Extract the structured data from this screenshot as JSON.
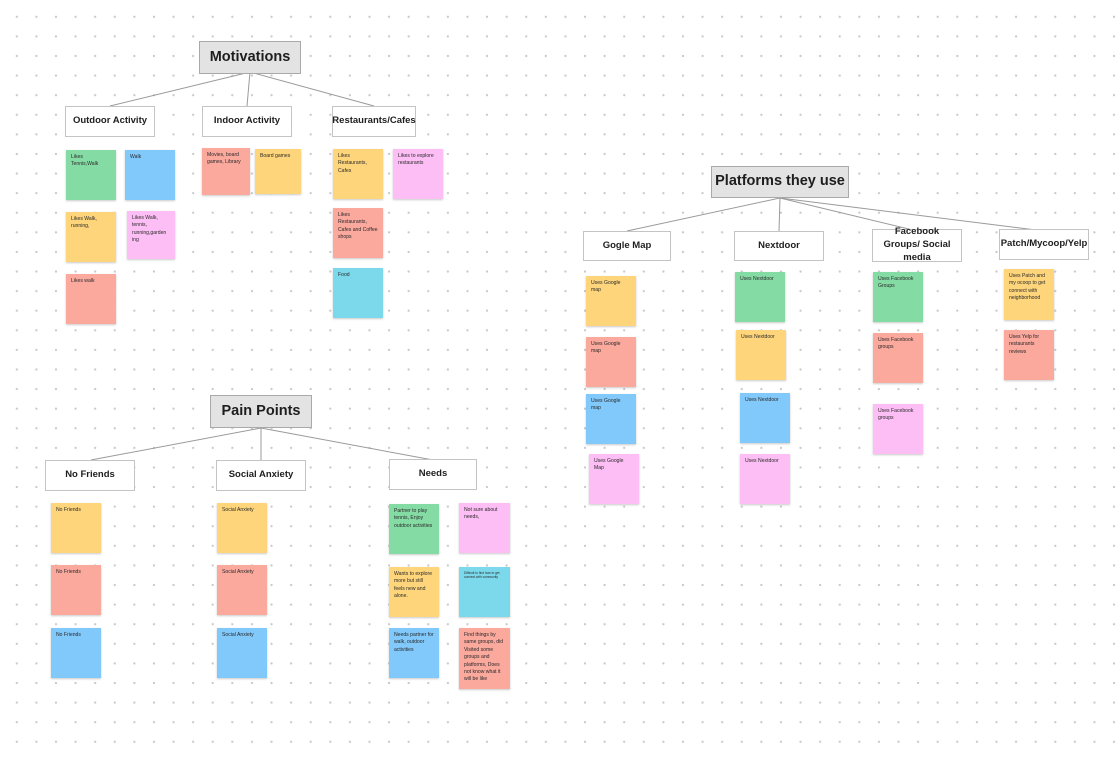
{
  "colors": {
    "green": "#85dba4",
    "blue": "#81c8fb",
    "yellow": "#fed57a",
    "pink": "#fdbdf5",
    "salmon": "#fba89d",
    "cyan": "#7cd9ec",
    "connector": "#9a9a9a"
  },
  "sections": {
    "motivations": {
      "title": "Motivations",
      "categories": {
        "outdoor": "Outdoor Activity",
        "indoor": "Indoor Activity",
        "restaurants": "Restaurants/Cafes"
      },
      "notes": [
        {
          "text": "Likes Tennis,Walk",
          "color": "green"
        },
        {
          "text": "Walk",
          "color": "blue"
        },
        {
          "text": "Likes Walk, running,",
          "color": "yellow"
        },
        {
          "text": "Likes Walk, tennis, running,garden ing",
          "color": "pink"
        },
        {
          "text": "Likes walk",
          "color": "salmon"
        },
        {
          "text": "Movies, board games, Library",
          "color": "salmon"
        },
        {
          "text": "Board games",
          "color": "yellow"
        },
        {
          "text": "Likes Restaurants, Cafes",
          "color": "yellow"
        },
        {
          "text": "Likes to explore restaurants",
          "color": "pink"
        },
        {
          "text": "Likes Restaurants, Cafes and Coffee shops",
          "color": "salmon"
        },
        {
          "text": "Food",
          "color": "cyan"
        }
      ]
    },
    "pain_points": {
      "title": "Pain Points",
      "categories": {
        "no_friends": "No Friends",
        "social_anxiety": "Social Anxiety",
        "needs": "Needs"
      },
      "notes": [
        {
          "text": "No Friends",
          "color": "yellow"
        },
        {
          "text": "No Friends",
          "color": "salmon"
        },
        {
          "text": "No Friends",
          "color": "blue"
        },
        {
          "text": "Social Anxiety",
          "color": "yellow"
        },
        {
          "text": "Social Anxiety",
          "color": "salmon"
        },
        {
          "text": "Social Anxiety",
          "color": "blue"
        },
        {
          "text": "Partner to play tennis, Enjoy outdoor activities",
          "color": "green"
        },
        {
          "text": "Not sure about needs,",
          "color": "pink"
        },
        {
          "text": "Wants to explore more but still feels new and alone.",
          "color": "yellow"
        },
        {
          "text": "Difficult to find how to get connect with community",
          "color": "cyan"
        },
        {
          "text": "Needs partner for walk, outdoor activities",
          "color": "blue"
        },
        {
          "text": "Find things by same groups, did Visited some groups and platforms, Does not know what it will be like",
          "color": "salmon"
        }
      ]
    },
    "platforms": {
      "title": "Platforms they use",
      "categories": {
        "google_map": "Gogle Map",
        "nextdoor": "Nextdoor",
        "facebook": "Facebook Groups/ Social media",
        "patch": "Patch/Mycoop/Yelp"
      },
      "notes": [
        {
          "text": "Uses Google map",
          "color": "yellow"
        },
        {
          "text": "Uses Google map",
          "color": "salmon"
        },
        {
          "text": "Uses Google map",
          "color": "blue"
        },
        {
          "text": "Uses Google Map",
          "color": "pink"
        },
        {
          "text": "Uses Nextdoor",
          "color": "green"
        },
        {
          "text": "Uses Nextdoor",
          "color": "yellow"
        },
        {
          "text": "Uses Nextdoor",
          "color": "blue"
        },
        {
          "text": "Uses Nextdoor",
          "color": "pink"
        },
        {
          "text": "Uses Facebook Groups",
          "color": "green"
        },
        {
          "text": "Uses Facebook groups",
          "color": "salmon"
        },
        {
          "text": "Uses Facebook groups",
          "color": "pink"
        },
        {
          "text": "Uses Patch and my ocoop to get connect with neighborhood",
          "color": "yellow"
        },
        {
          "text": "Uses Yelp for restaurants reviews",
          "color": "salmon"
        }
      ]
    }
  }
}
